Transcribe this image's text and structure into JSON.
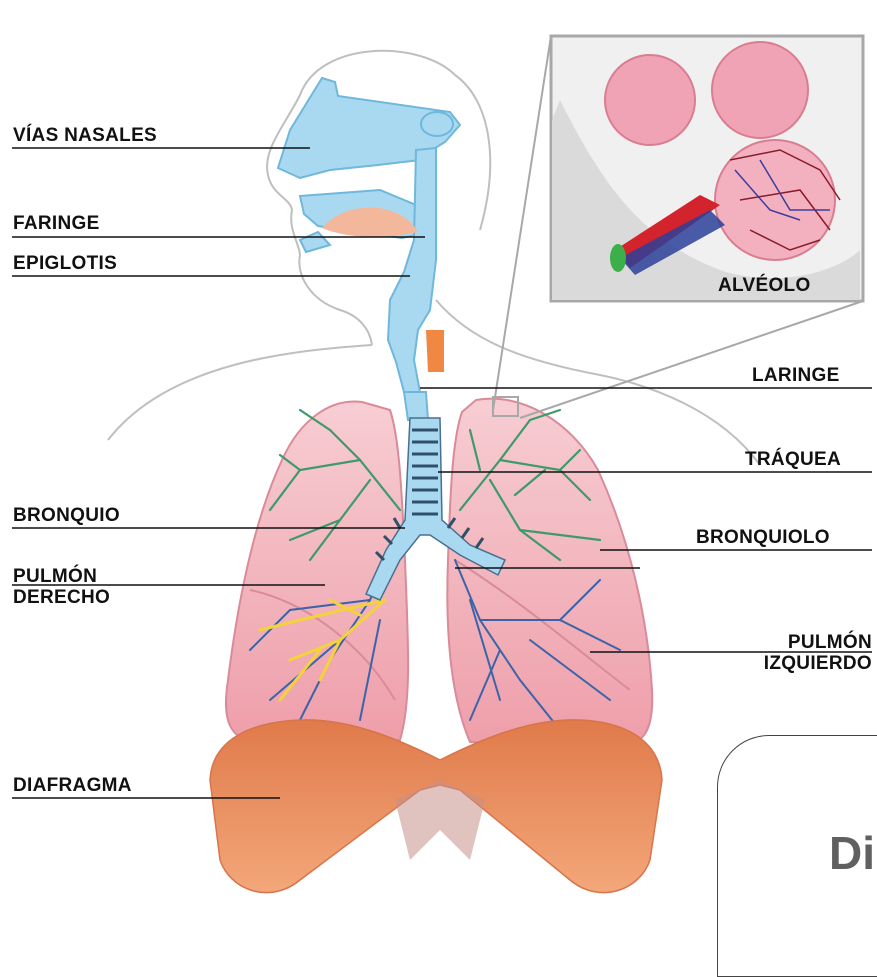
{
  "labels": {
    "vias_nasales": "VÍAS NASALES",
    "faringe": "FARINGE",
    "epiglotis": "EPIGLOTIS",
    "bronquio": "BRONQUIO",
    "pulmon_derecho_1": "PULMÓN",
    "pulmon_derecho_2": "DERECHO",
    "diafragma": "DIAFRAGMA",
    "alveolo": "ALVÉOLO",
    "laringe": "LARINGE",
    "traquea": "TRÁQUEA",
    "bronquiolo": "BRONQUIOLO",
    "pulmon_izquierdo_1": "PULMÓN",
    "pulmon_izquierdo_2": "IZQUIERDO"
  },
  "card": {
    "text": "Di"
  },
  "colors": {
    "airway": "#a9d9f1",
    "lung": "#f2b8c0",
    "diaphragm": "#eb9264",
    "bronchi_green": "#3e9a6a",
    "bronchi_blue": "#3c63a8",
    "bronchi_yellow": "#f4d23a",
    "alveolus_pink": "#f0a3b4",
    "label_line": "#111111"
  }
}
